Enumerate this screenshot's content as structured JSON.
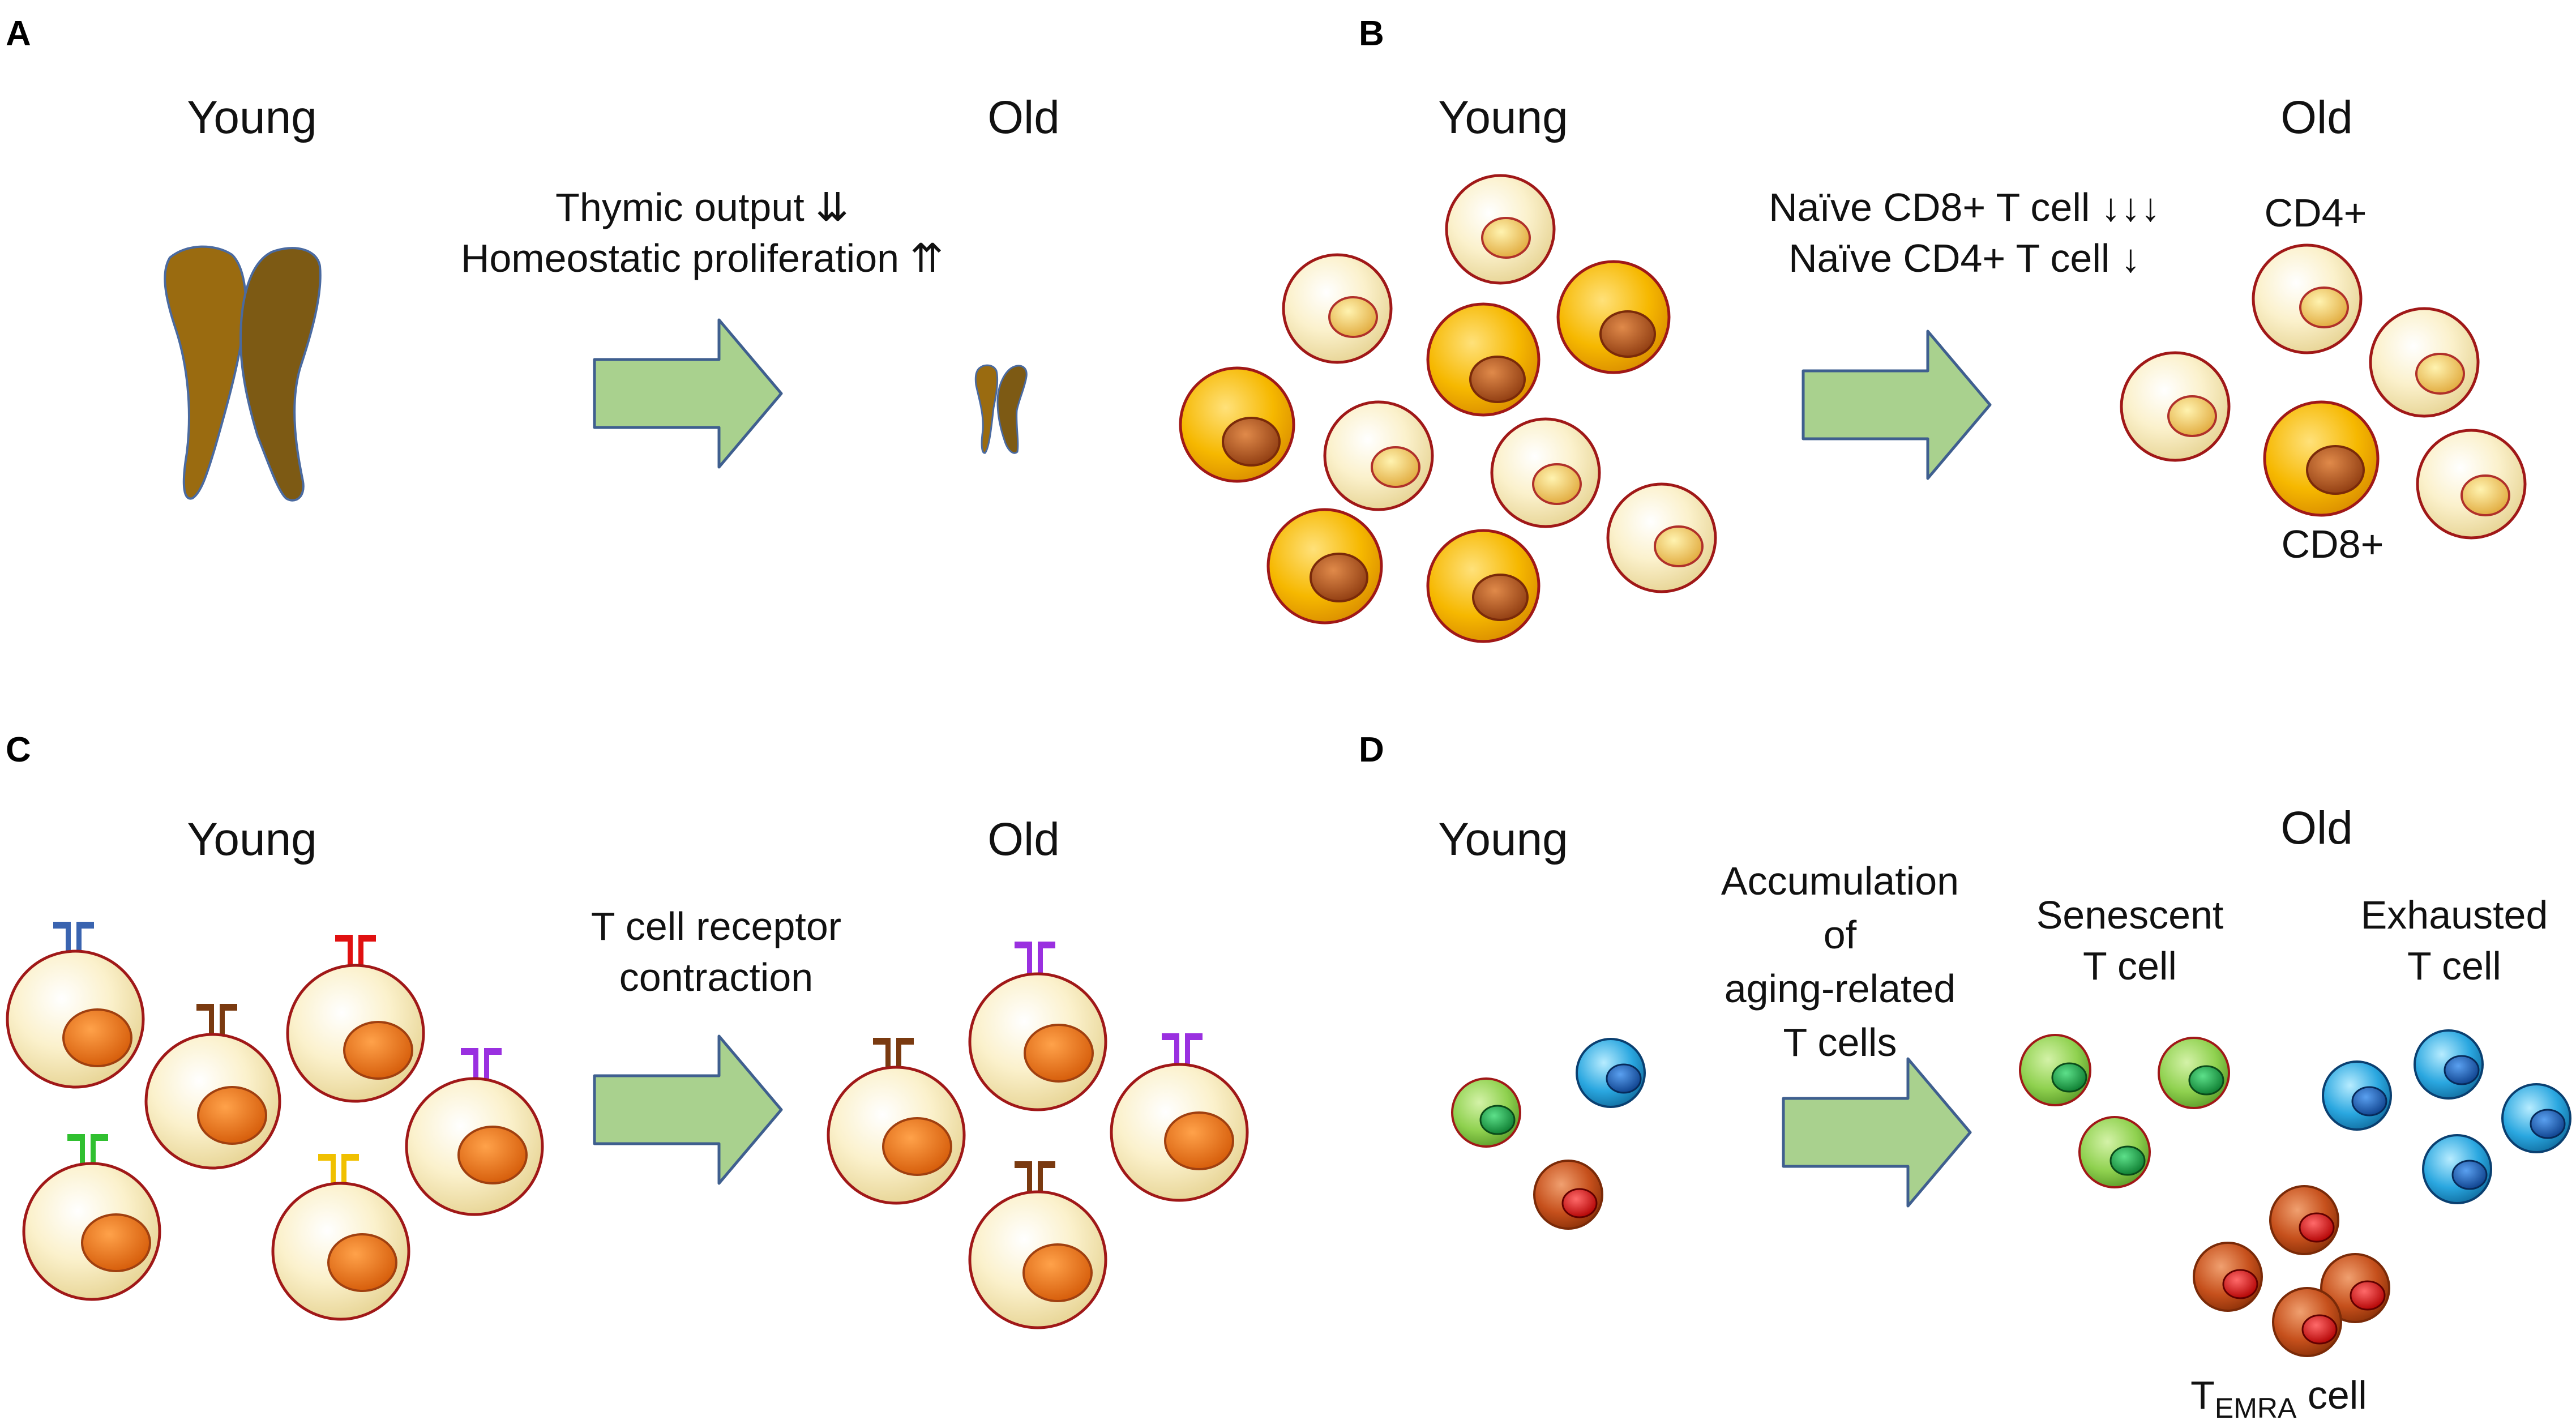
{
  "panels": {
    "A": {
      "letter": "A",
      "young": "Young",
      "old": "Old",
      "line1": "Thymic output ⇊",
      "line2": "Homeostatic proliferation ⇈"
    },
    "B": {
      "letter": "B",
      "young": "Young",
      "old": "Old",
      "line1": "Naïve CD8+ T cell ↓↓↓",
      "line2": "Naïve CD4+ T cell ↓",
      "cd4": "CD4+",
      "cd8": "CD8+"
    },
    "C": {
      "letter": "C",
      "young": "Young",
      "old": "Old",
      "line1": "T cell receptor",
      "line2": "contraction"
    },
    "D": {
      "letter": "D",
      "young": "Young",
      "old": "Old",
      "line1": "Accumulation",
      "line2": "of",
      "line3": "aging-related",
      "line4": "T cells",
      "senescent1": "Senescent",
      "senescent2": "T cell",
      "exhausted1": "Exhausted",
      "exhausted2": "T cell",
      "temra_base": "T",
      "temra_sub": "EMRA",
      "temra_suffix": " cell"
    }
  },
  "colors": {
    "arrow_fill": "#a9d18e",
    "arrow_stroke": "#3f5f8f",
    "thymus_left": "#9a6b10",
    "thymus_right": "#7d5a14",
    "naive_cell": "#fbf1cc",
    "naive_nucleus": "#f2c55a",
    "cd8_cell": "#f6b800",
    "cd8_nucleus": "#b5531b",
    "orange_nucleus": "#f07818",
    "senescent": "#8fd14f",
    "exhausted": "#2aa7e0",
    "temra": "#c6501c"
  }
}
